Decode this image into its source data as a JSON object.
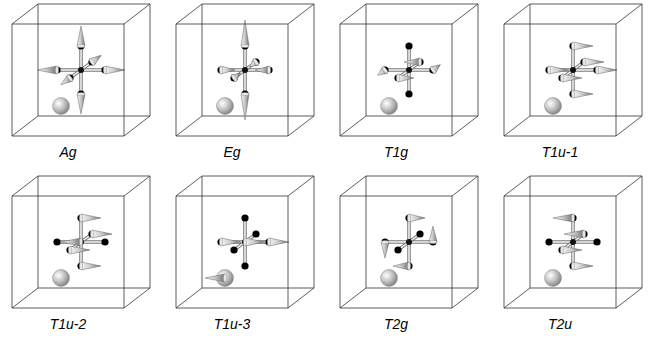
{
  "diagram": {
    "labels": [
      "Ag",
      "Eg",
      "T1g",
      "T1u-1",
      "T1u-2",
      "T1u-3",
      "T2g",
      "T2u"
    ]
  }
}
